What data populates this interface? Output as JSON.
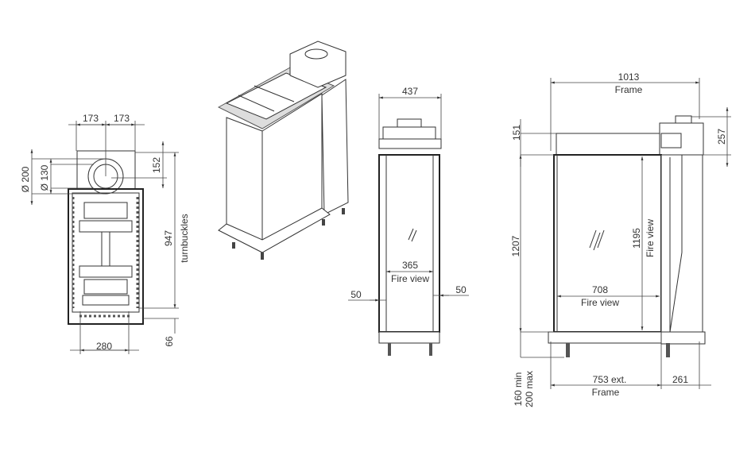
{
  "top_view": {
    "dim_left": "173",
    "dim_right": "173",
    "dia_outer": "Ø 200",
    "dia_inner": "Ø 130",
    "offset": "152",
    "height": "947",
    "height_note": "turnbuckles",
    "width": "280",
    "bottom": "66"
  },
  "front_view": {
    "width": "437",
    "fire_width": "365",
    "fire_label": "Fire view",
    "margin_left": "50",
    "margin_right": "50"
  },
  "side_view": {
    "frame_width": "1013",
    "frame_label": "Frame",
    "top_offset": "151",
    "flue_height": "257",
    "height": "1207",
    "fire_height": "1195",
    "fire_height_label": "Fire view",
    "fire_width": "708",
    "fire_width_label": "Fire view",
    "leg_min": "160 min",
    "leg_max": "200 max",
    "ext_width": "753 ext.",
    "ext_label": "Frame",
    "side_depth": "261"
  }
}
